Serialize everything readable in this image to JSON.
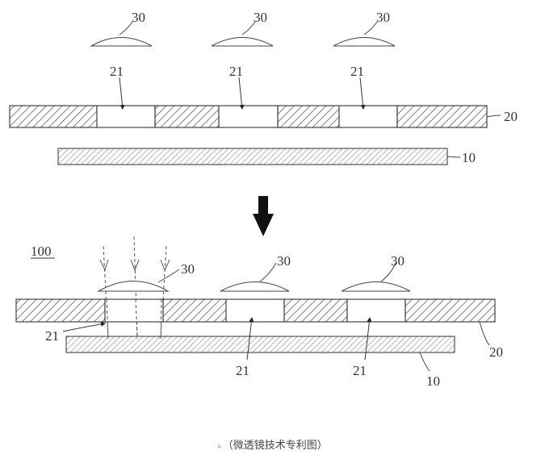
{
  "figure": {
    "top": {
      "lens_labels": [
        "30",
        "30",
        "30"
      ],
      "opening_labels": [
        "21",
        "21",
        "21"
      ],
      "mask_label": "20",
      "substrate_label": "10"
    },
    "bottom": {
      "assembly_label": "100",
      "lens_labels": [
        "30",
        "30",
        "30"
      ],
      "opening_labels": [
        "21",
        "21",
        "21"
      ],
      "mask_label": "20",
      "substrate_label": "10"
    }
  },
  "caption": {
    "marker": "▵",
    "text": "（微透镜技术专利图）"
  },
  "colors": {
    "ink": "#333333",
    "hatch": "#4a4a4a",
    "arrow": "#111111"
  }
}
